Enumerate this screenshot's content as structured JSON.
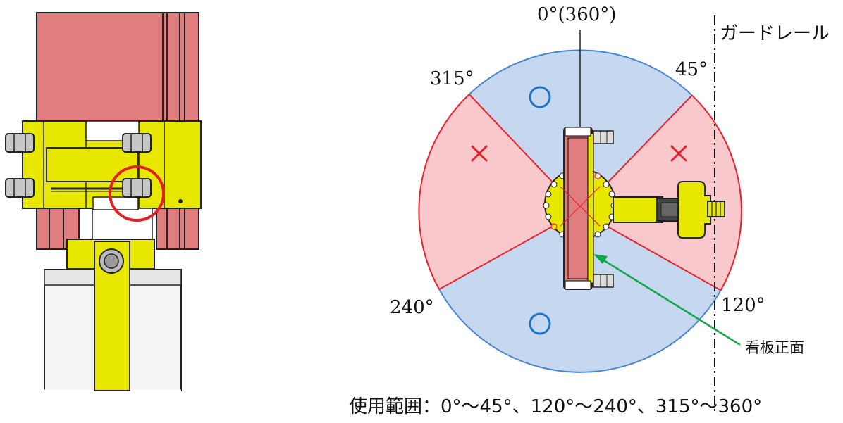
{
  "angles": {
    "top": "0°(360°)",
    "a45": "45°",
    "a120": "120°",
    "a240": "240°",
    "a315": "315°"
  },
  "guardrail_label": "ガードレール",
  "signboard_label": "看板正面",
  "usage_range": "使用範囲：0°～45°、120°～240°、315°～360°",
  "marks": {
    "ok": "○",
    "ng": "×"
  },
  "colors": {
    "ok_zone": "#c5d8ef",
    "ng_zone": "#f8c8cc",
    "circle_outline": "#4a86cf",
    "ok_mark": "#1f73c8",
    "ng_mark": "#e0202a",
    "ng_line": "#e8232b",
    "bracket_yellow": "#e7e700",
    "pipe_pink": "#e07d7f",
    "arrow_green": "#12a54a",
    "highlight_red": "#e41e25"
  }
}
